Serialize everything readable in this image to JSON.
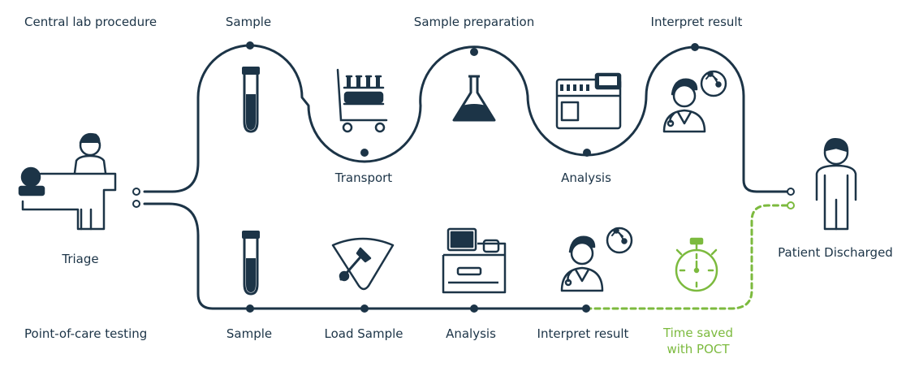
{
  "colors": {
    "navy": "#1c3447",
    "green": "#7cba3e"
  },
  "rows": {
    "central": {
      "label": "Central lab procedure"
    },
    "poct": {
      "label": "Point-of-care testing"
    }
  },
  "start": {
    "label": "Triage",
    "icon": "triage-patient-bed-icon"
  },
  "end": {
    "label": "Patient Discharged",
    "icon": "discharged-patient-icon"
  },
  "central_steps": [
    {
      "label": "Sample",
      "icon": "test-tube-icon"
    },
    {
      "label": "Transport",
      "icon": "transport-cart-icon"
    },
    {
      "label": "Sample preparation",
      "icon": "flask-icon"
    },
    {
      "label": "Analysis",
      "icon": "lab-analyzer-icon"
    },
    {
      "label": "Interpret result",
      "icon": "doctor-icon"
    }
  ],
  "poct_steps": [
    {
      "label": "Sample",
      "icon": "test-tube-icon"
    },
    {
      "label": "Load Sample",
      "icon": "load-sample-cartridge-icon"
    },
    {
      "label": "Analysis",
      "icon": "poct-analyzer-icon"
    },
    {
      "label": "Interpret result",
      "icon": "doctor-icon"
    }
  ],
  "time_saved": {
    "line1": "Time saved",
    "line2": "with POCT",
    "icon": "stopwatch-icon"
  }
}
